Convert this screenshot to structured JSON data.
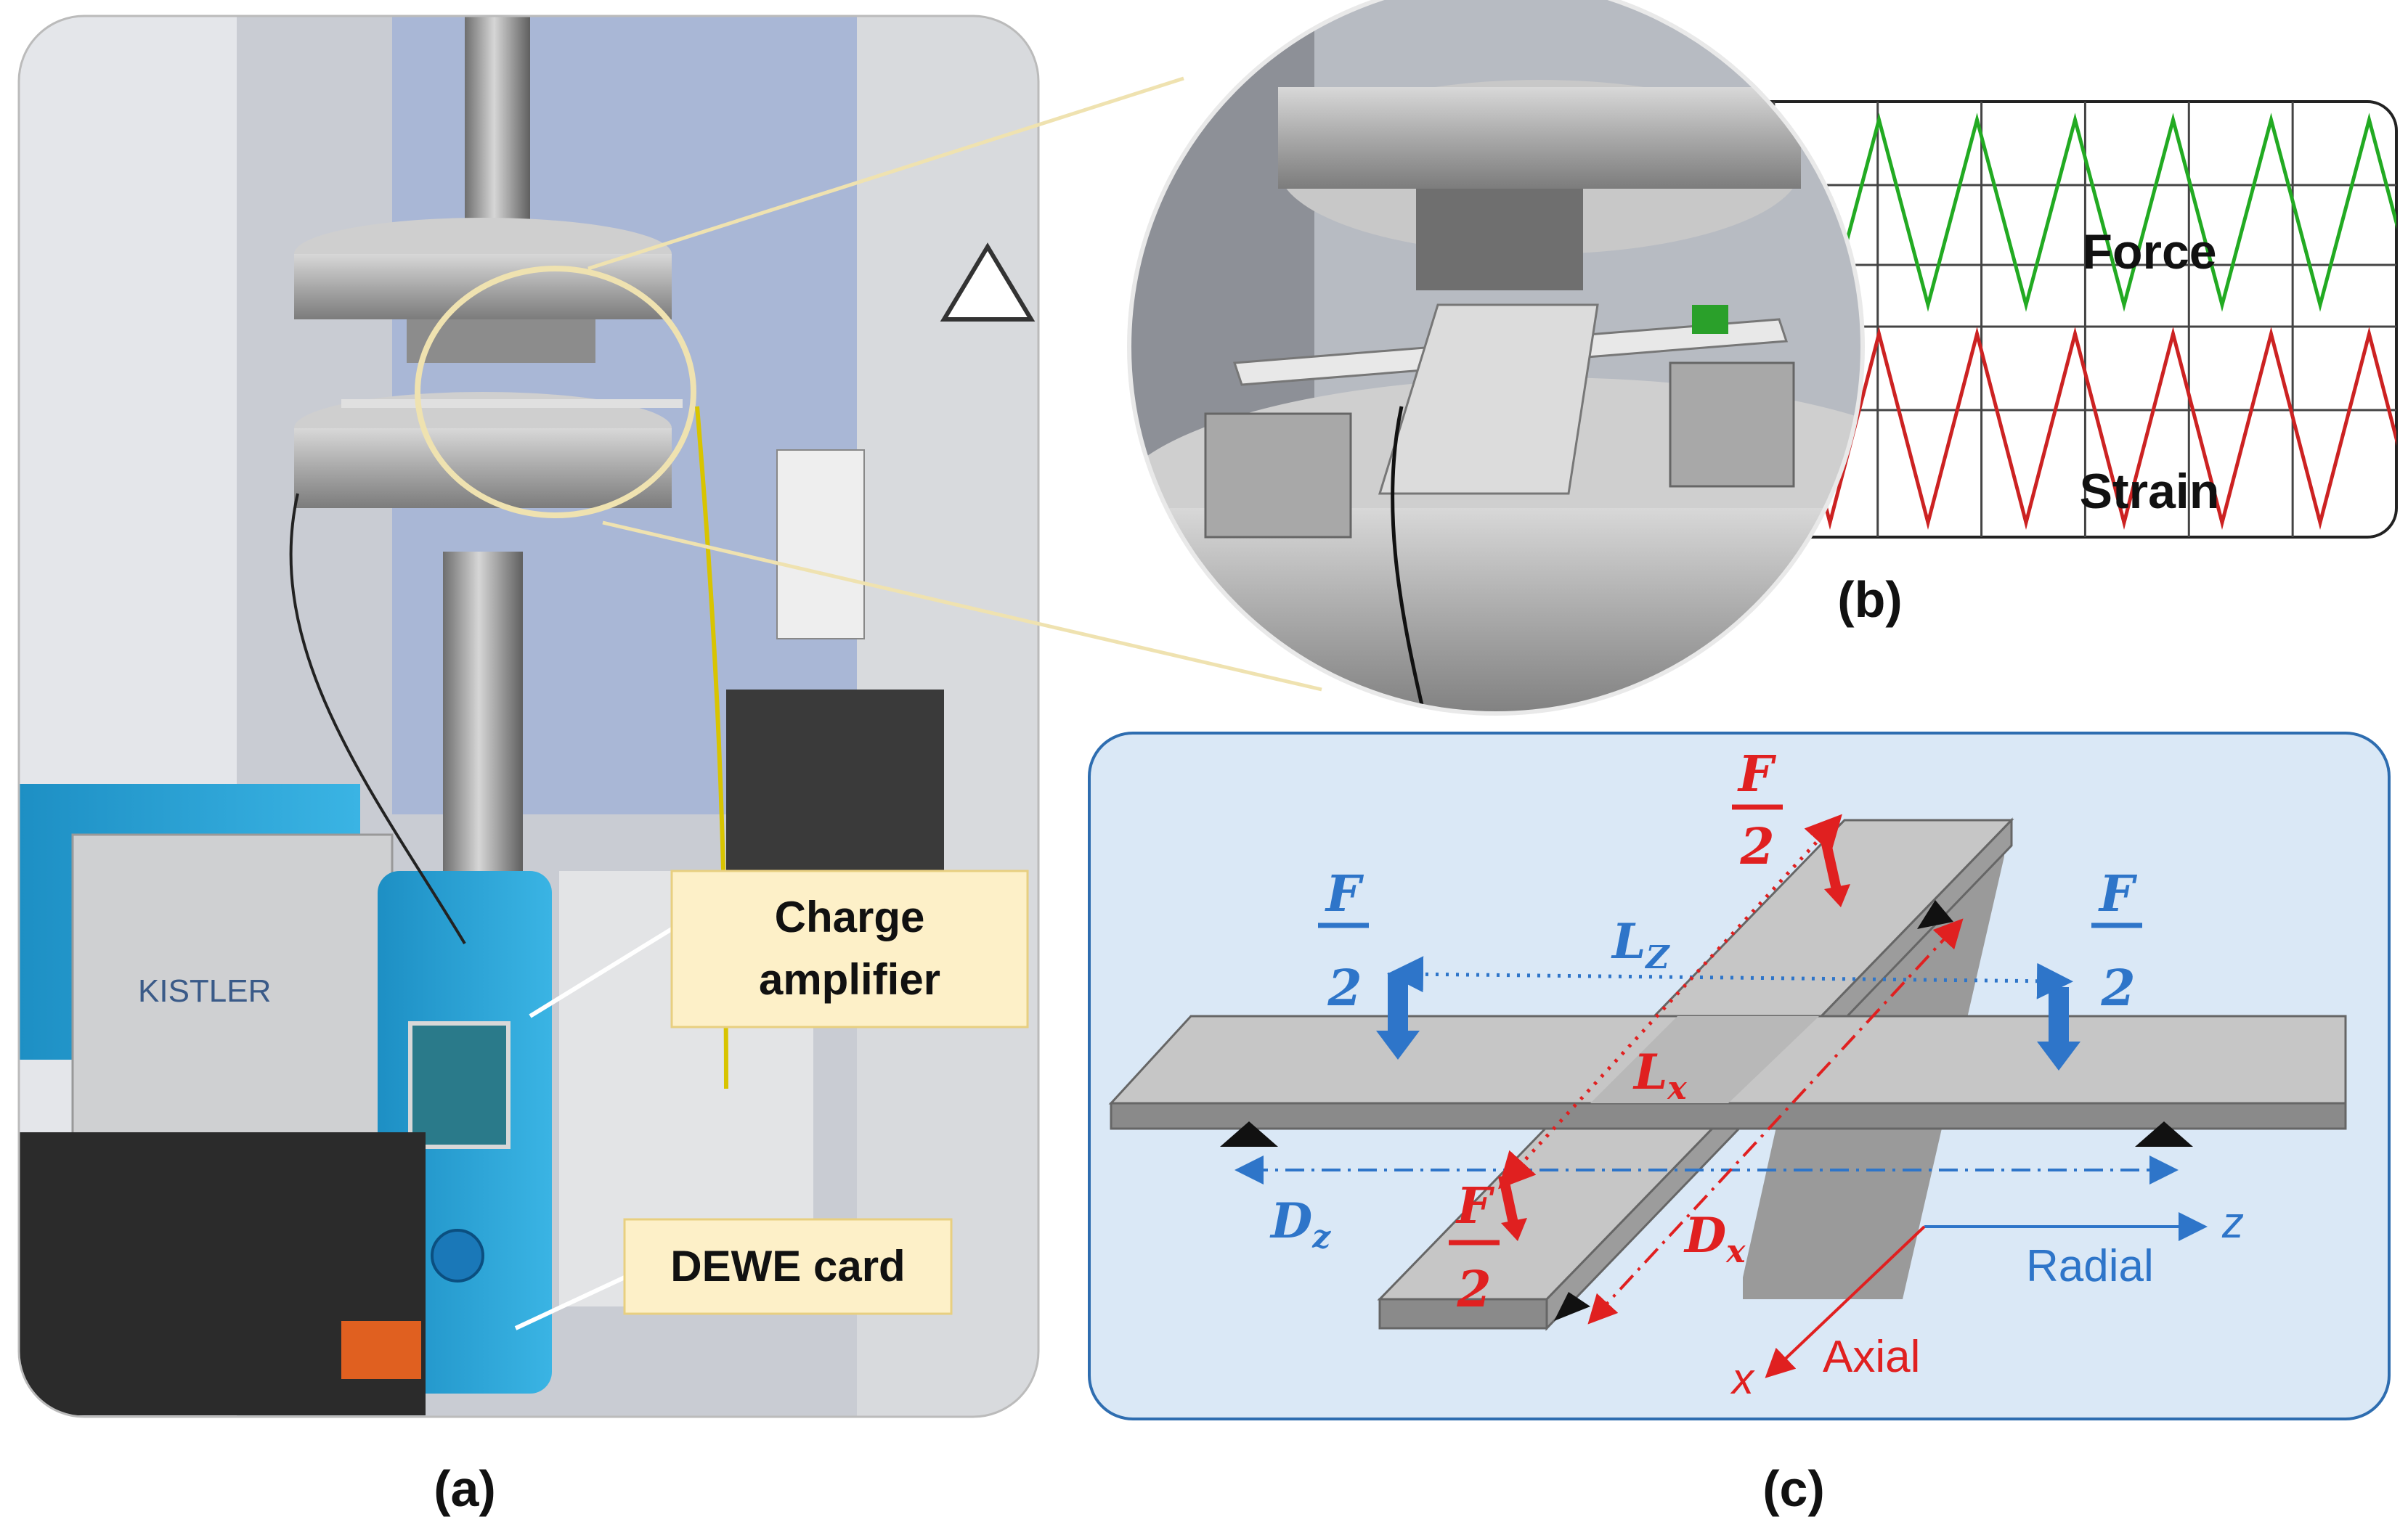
{
  "panel_a": {
    "label": "(a)",
    "device_brand": "KISTLER",
    "callouts": {
      "charge_amplifier_line1": "Charge",
      "charge_amplifier_line2": "amplifier",
      "dewe_card": "DEWE card"
    }
  },
  "panel_b": {
    "label": "(b)",
    "series": [
      {
        "name": "Force",
        "color": "#22aa22"
      },
      {
        "name": "Strain",
        "color": "#cc2222"
      }
    ]
  },
  "panel_c": {
    "label": "(c)",
    "forces": {
      "top_num": "F",
      "top_den": "2",
      "left_num": "F",
      "left_den": "2",
      "right_num": "F",
      "right_den": "2",
      "bottom_num": "F",
      "bottom_den": "2"
    },
    "dims": {
      "lz": "L",
      "lz_sub": "Z",
      "lx": "L",
      "lx_sub": "x",
      "dz": "D",
      "dz_sub": "z",
      "dx": "D",
      "dx_sub": "x"
    },
    "axes": {
      "z_symbol": "z",
      "radial": "Radial",
      "x_symbol": "x",
      "axial": "Axial"
    },
    "colors": {
      "blue": "#2e75c9",
      "red": "#e02020",
      "panel_bg": "#dae8f6",
      "panel_border": "#2e6db0",
      "beam": "#bdbdbd"
    }
  }
}
